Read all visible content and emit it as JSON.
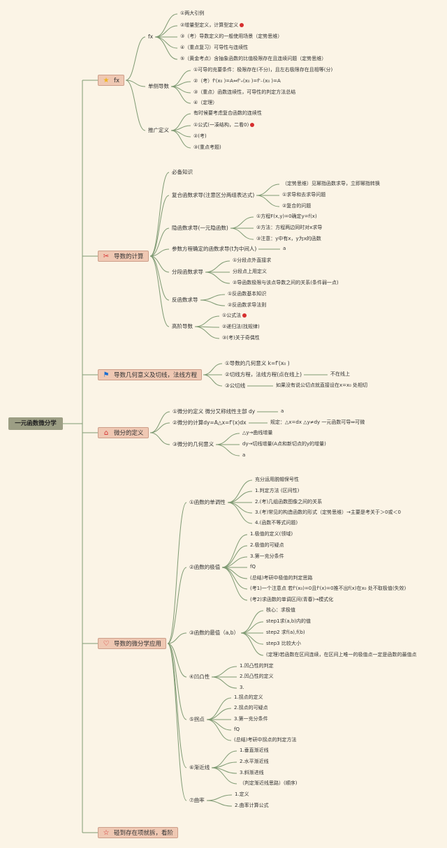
{
  "root": "一元函数微分学",
  "colors": {
    "line": "#7f9a73",
    "root": "#9c9e84",
    "node": "#efc8b3",
    "accent": "#d62f2f"
  },
  "branches": [
    {
      "title": "fx",
      "icon": "star-icon",
      "subs": [
        {
          "label": "fx",
          "items": [
            "①两大引例",
            "②增量型定义，计算型定义",
            "③（考）导数定义的一般使用场景（定势思维）",
            "④（重点复习）可导性与连续性",
            "⑤（黄金考点）含抽象函数的比值极限存在且连续问题（定势思维）"
          ]
        },
        {
          "label": "单侧导数",
          "items": [
            "①可导的充要条件：极限存在(不分)，且左右极限存在且相等(分)",
            "②（考）f'(x₀ )=A⇔f'₊(x₀ )=f'₋(x₀ )=A",
            "③（重点）函数连续性，可导性的判定方法总结",
            "④（定理）"
          ]
        },
        {
          "label": "推广定义",
          "items": [
            "有时候要考虑复合函数的连续性",
            "①公式(一凑结构，二看0)",
            "②(考)",
            "③(重点考题)"
          ]
        }
      ]
    },
    {
      "title": "导数的计算",
      "icon": "tools-icon",
      "subs": [
        {
          "label": "必备知识",
          "items": []
        },
        {
          "label": "复合函数求导(注意区分两组表达式)",
          "items": [
            "（定势思维）见幂指函数求导，立即幂指转换",
            "①求导和去求导问题",
            "②复合的问题"
          ]
        },
        {
          "label": "隐函数求导(一元隐函数)",
          "items": [
            "①方程F(x,y)=0确定y=f(x)",
            "②方法：方程两边同时对x求导",
            "③注意：y中有x，y为x的函数"
          ]
        },
        {
          "label": "参数方程确定的函数求导(t为中间人)",
          "items": [
            "a"
          ]
        },
        {
          "label": "分段函数求导",
          "items": [
            "①分段点外直接求",
            "分段点上用定义",
            "②导函数极限与该点导数之间的关系(条件弱一点)"
          ]
        },
        {
          "label": "反函数求导",
          "items": [
            "①反函数基本知识",
            "②反函数求导法则"
          ]
        },
        {
          "label": "高阶导数",
          "items": [
            "①公式法",
            "②递归法(找规律)",
            "③(考)关于奇偶性"
          ]
        }
      ]
    },
    {
      "title": "导数几何意义及切线，法线方程",
      "icon": "flag-icon",
      "subs": [
        {
          "label": "①导数的几何意义 k=f'(x₀ )",
          "items": []
        },
        {
          "label": "②切线方程，法线方程(点在线上)",
          "items": [
            "不在线上"
          ]
        },
        {
          "label": "③公切线",
          "items": [
            "如果没有说公切点就直接设在x=x₀ 处相切"
          ]
        }
      ]
    },
    {
      "title": "微分的定义",
      "icon": "house-icon",
      "subs": [
        {
          "label": "①微分的定义 微分又称线性主部 dy",
          "items": [
            "a"
          ]
        },
        {
          "label": "②微分的计算dy=A△x=f'(x)dx",
          "items": [
            "规定：△x=dx △y≠dy 一元函数可导⇔可微"
          ]
        },
        {
          "label": "③微分的几何意义",
          "items": [
            "△y→曲线增量",
            "dy→切线增量(A点和新切点的y的增量)",
            "a"
          ]
        }
      ]
    },
    {
      "title": "导数的微分学应用",
      "icon": "heart-icon",
      "subs": [
        {
          "label": "①函数的单调性",
          "items": [
            "充分运用脱帽保号性",
            "1.判定方法 (区间性)",
            "2.(考)几组函数图像之间的关系",
            "3.(考)常见的构造函数的形式（定势思维）→主要是考关于＞0或＜0",
            "4.(函数不等式问题)"
          ]
        },
        {
          "label": "②函数的极值",
          "items": [
            "1.极值的定义(领域)",
            "2.极值的可疑点",
            "3.第一充分条件",
            "fQ",
            "(总结)考研中极值的判定思路",
            "(考1)一个注意点 若f'(x₀)=0且f'(x)=0推不出f(x)在x₀ 处不取极值(失效)",
            "(考2)求函数的单调区间(青春)→模式化"
          ]
        },
        {
          "label": "③函数的最值（a,b）",
          "items": [
            "核心：求极值",
            "step1求(a,b)内的值",
            "step2 求f(a),f(b)",
            "step3 比较大小",
            "(定理)若函数在区间连续，在区间上唯一的极值点一定是函数的最值点"
          ]
        },
        {
          "label": "④凹凸性",
          "items": [
            "1.凹凸性的判定",
            "2.凹凸性的定义",
            "3."
          ]
        },
        {
          "label": "⑤拐点",
          "items": [
            "1.拐点的定义",
            "2.拐点的可疑点",
            "3.第一充分条件",
            "fQ",
            "(总结)考研中拐点的判定方法"
          ]
        },
        {
          "label": "⑥渐近线",
          "items": [
            "1.垂直渐近线",
            "2.水平渐近线",
            "3.斜渐进线",
            "（判定渐近线思路）(顺序)"
          ]
        },
        {
          "label": "⑦曲率",
          "items": [
            "1.定义",
            "2.曲率计算公式"
          ]
        }
      ]
    },
    {
      "title": "碰到存在项就拆，看阶",
      "icon": "star-outline-icon",
      "subs": []
    }
  ]
}
